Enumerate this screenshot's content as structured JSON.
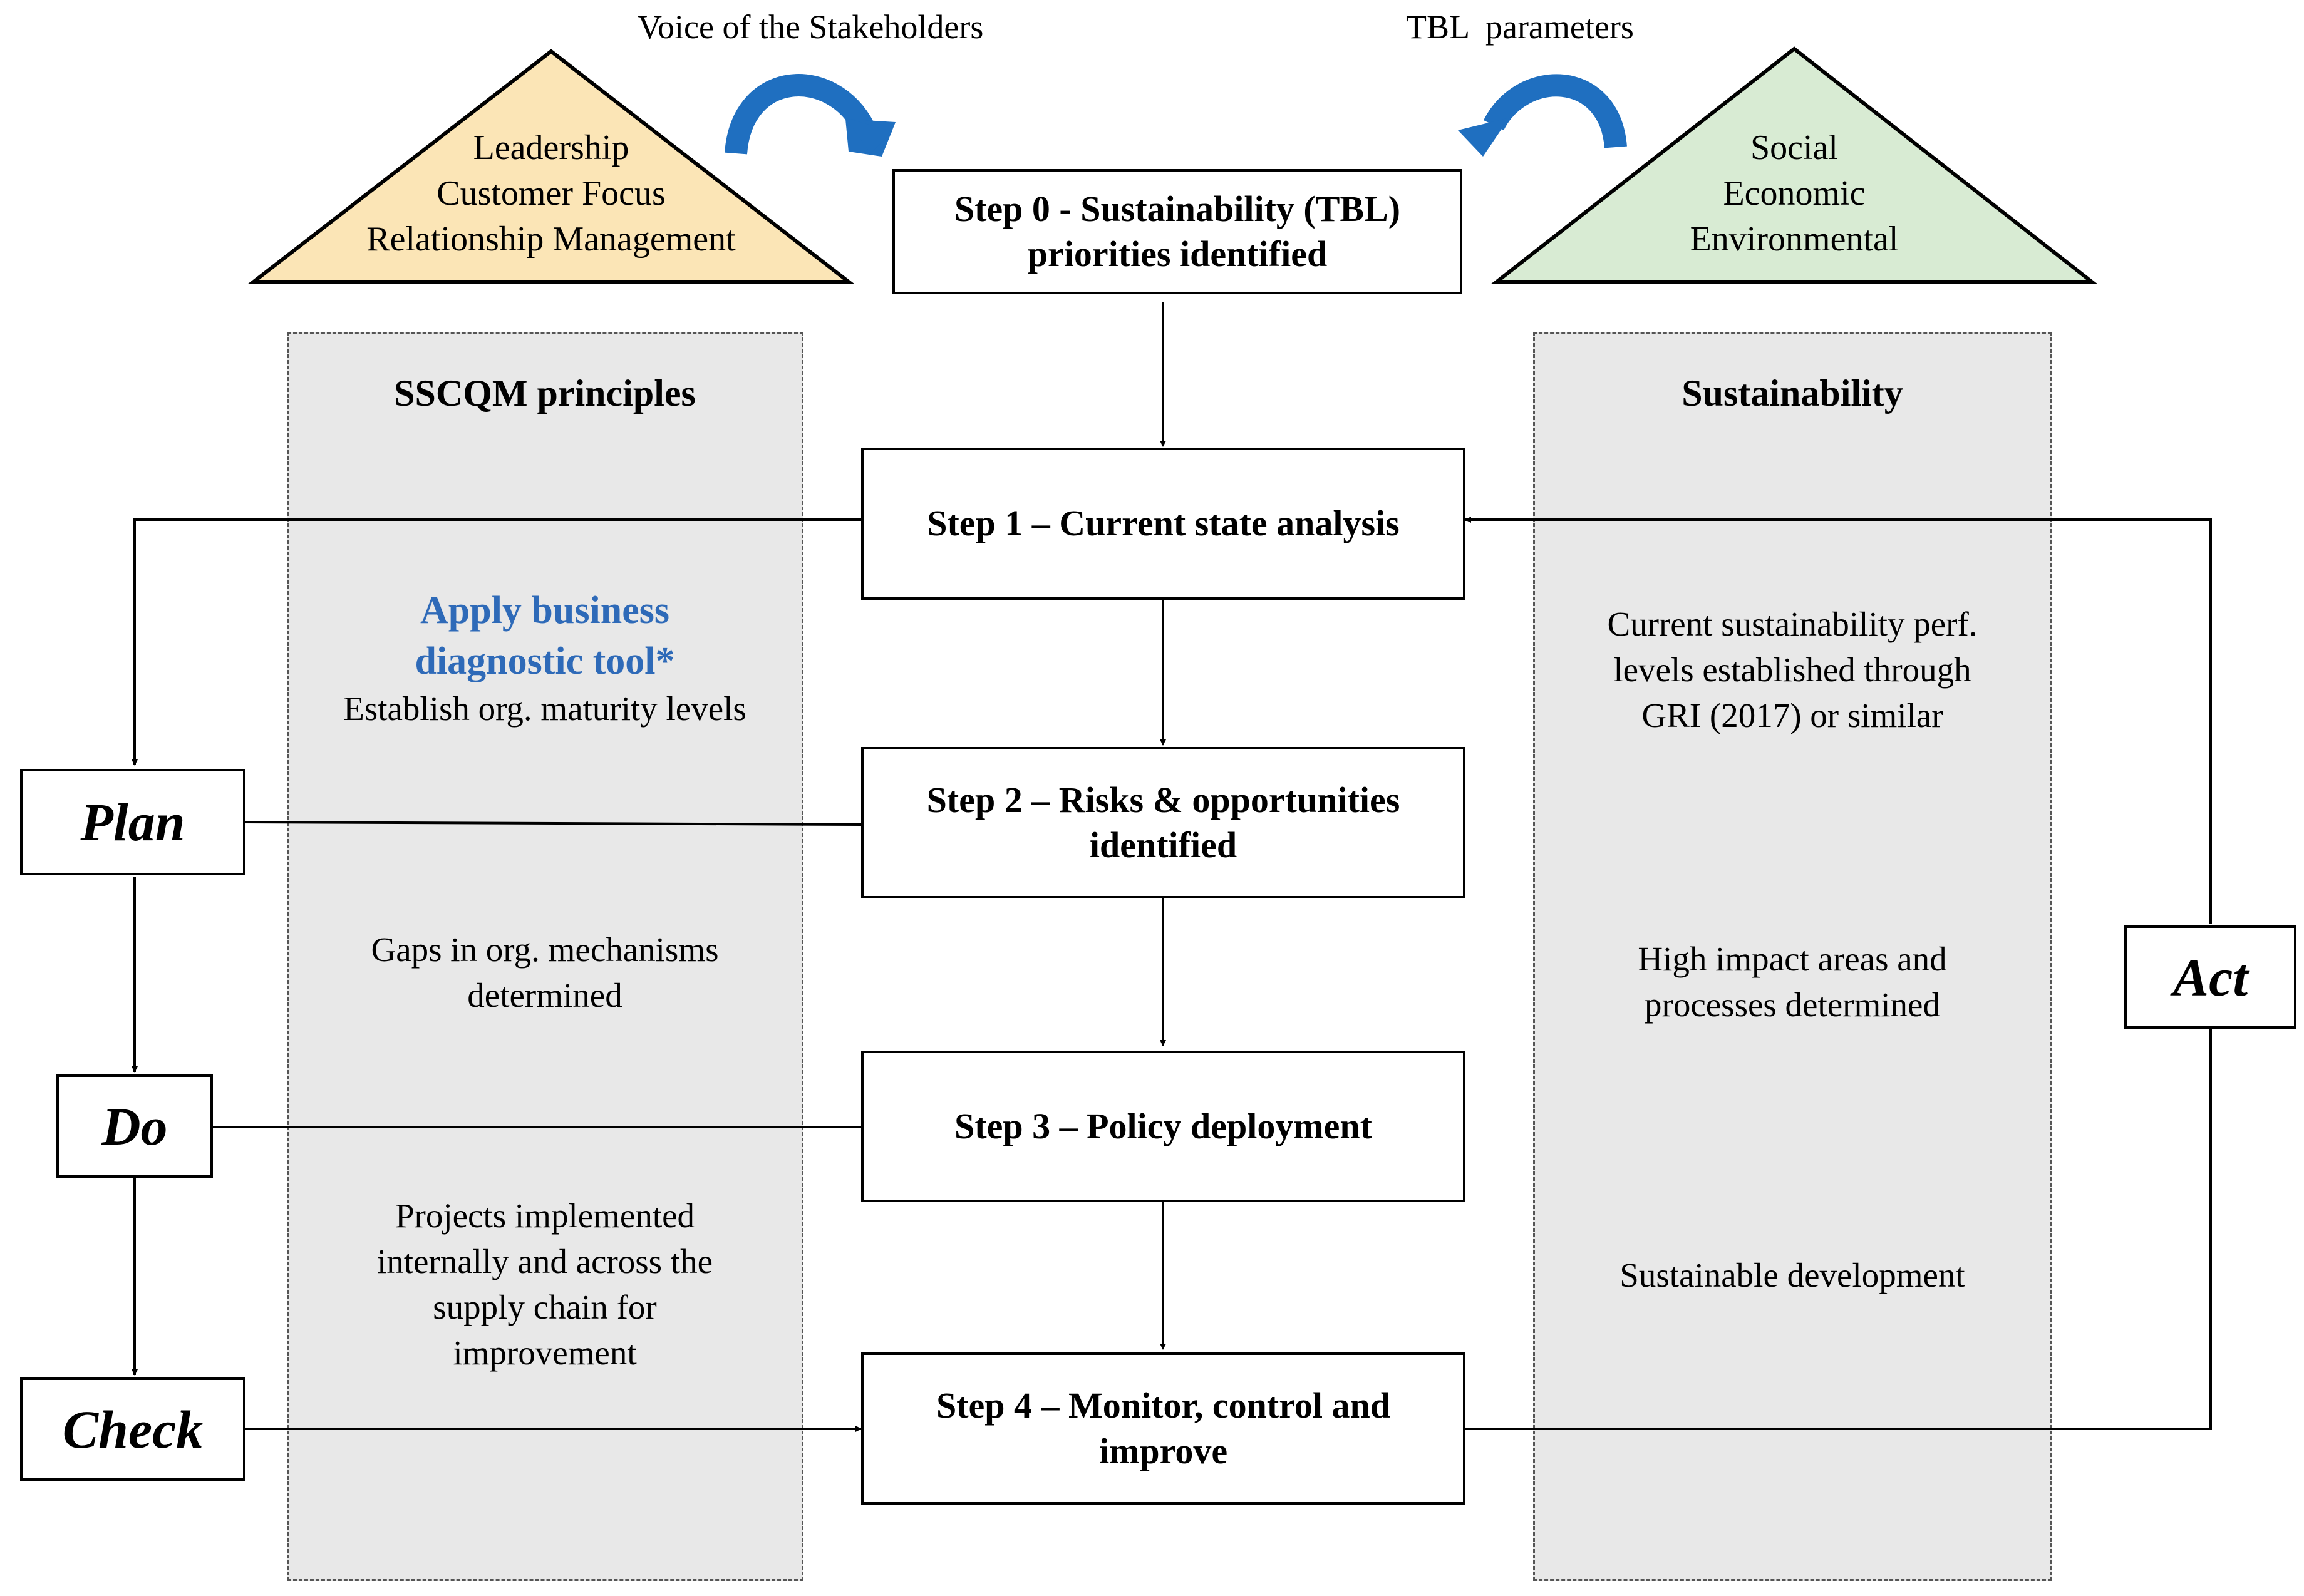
{
  "top_labels": {
    "voice": "Voice of the Stakeholders",
    "tbl": "TBL  parameters"
  },
  "left_triangle": {
    "lines": [
      "Leadership",
      "Customer Focus",
      "Relationship Management"
    ]
  },
  "right_triangle": {
    "lines": [
      "Social",
      "Economic",
      "Environmental"
    ]
  },
  "left_column": {
    "header": "SSCQM principles",
    "tool_lines": [
      "Apply  business",
      "diagnostic tool*"
    ],
    "tool_sub": "Establish org. maturity levels",
    "gaps_lines": [
      "Gaps in org. mechanisms",
      "determined"
    ],
    "projects_lines": [
      "Projects implemented",
      "internally and across the",
      "supply chain for",
      "improvement"
    ]
  },
  "right_column": {
    "header": "Sustainability",
    "perf_lines": [
      "Current sustainability perf.",
      "levels established through",
      "GRI (2017) or similar"
    ],
    "impact_lines": [
      "High impact areas and",
      "processes determined"
    ],
    "dev": "Sustainable development"
  },
  "steps": {
    "step0": [
      "Step 0 - Sustainability (TBL)",
      "priorities identified"
    ],
    "step1": [
      "Step 1 – Current state analysis"
    ],
    "step2": [
      "Step 2 – Risks & opportunities",
      "identified"
    ],
    "step3": [
      "Step 3 – Policy deployment"
    ],
    "step4": [
      "Step 4 – Monitor, control and",
      "improve"
    ]
  },
  "pdca": {
    "plan": "Plan",
    "do": "Do",
    "check": "Check",
    "act": "Act"
  },
  "colors": {
    "left_triangle_fill": "#fbe5b6",
    "right_triangle_fill": "#d8ebd3",
    "arrow_blue": "#1f6fc0",
    "accent_text": "#2e6ab8",
    "column_fill": "#e8e8e8"
  },
  "icons": {
    "curved_arrows": "curved-arrow-icon"
  }
}
